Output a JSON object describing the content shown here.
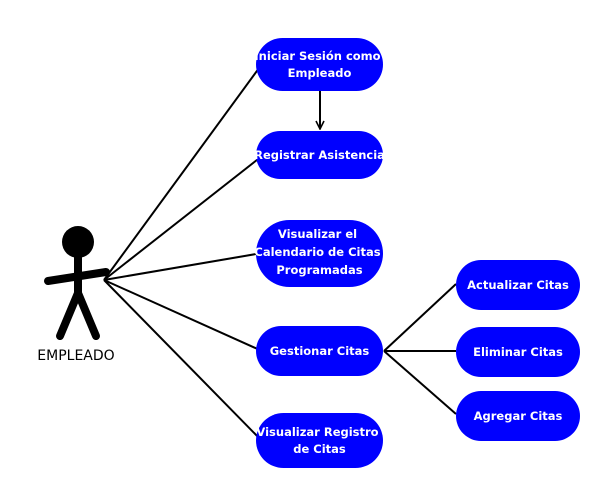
{
  "actor": {
    "label": "EMPLEADO"
  },
  "use_cases": {
    "login": {
      "lines": [
        "Iniciar Sesión como",
        "Empleado"
      ]
    },
    "attendance": {
      "lines": [
        "Registrar Asistencia"
      ]
    },
    "calendar": {
      "lines": [
        "Visualizar el",
        "Calendario de Citas",
        "Programadas"
      ]
    },
    "manage": {
      "lines": [
        "Gestionar Citas"
      ]
    },
    "history": {
      "lines": [
        "Visualizar Registro",
        "de Citas"
      ]
    },
    "update": {
      "lines": [
        "Actualizar Citas"
      ]
    },
    "delete": {
      "lines": [
        "Eliminar Citas"
      ]
    },
    "add": {
      "lines": [
        "Agregar Citas"
      ]
    }
  },
  "relations": {
    "actor_to": [
      "login",
      "attendance",
      "calendar",
      "manage",
      "history"
    ],
    "manage_to": [
      "update",
      "delete",
      "add"
    ],
    "arrow": {
      "from": "login",
      "to": "attendance"
    }
  },
  "colors": {
    "use_case_fill": "#0000ff",
    "use_case_text": "#ffffff",
    "line": "#000000",
    "actor": "#000000"
  }
}
